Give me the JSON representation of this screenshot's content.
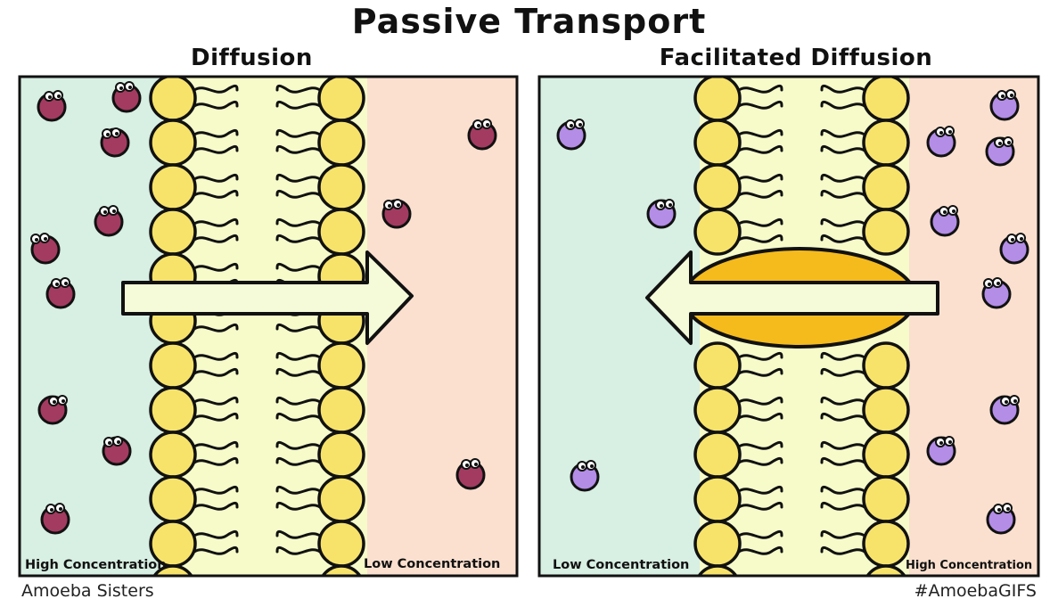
{
  "title": "Passive Transport",
  "left_panel": {
    "title": "Diffusion",
    "left_label": "High Concentration",
    "right_label": "Low Concentration",
    "molecule_color": "#a33b60"
  },
  "right_panel": {
    "title": "Facilitated Diffusion",
    "left_label": "Low Concentration",
    "right_label": "High Concentration",
    "molecule_color": "#b38de6",
    "protein_color": "#f5bb1c"
  },
  "footer": {
    "left": "Amoeba Sisters",
    "right": "#AmoebaGIFS"
  },
  "colors": {
    "high_side_left": "#d8efe3",
    "low_side_right": "#fbe0cf",
    "membrane_interior": "#f6fbc9",
    "phospholipid_head": "#f7e36a",
    "arrow_fill": "#f5fbd9"
  }
}
